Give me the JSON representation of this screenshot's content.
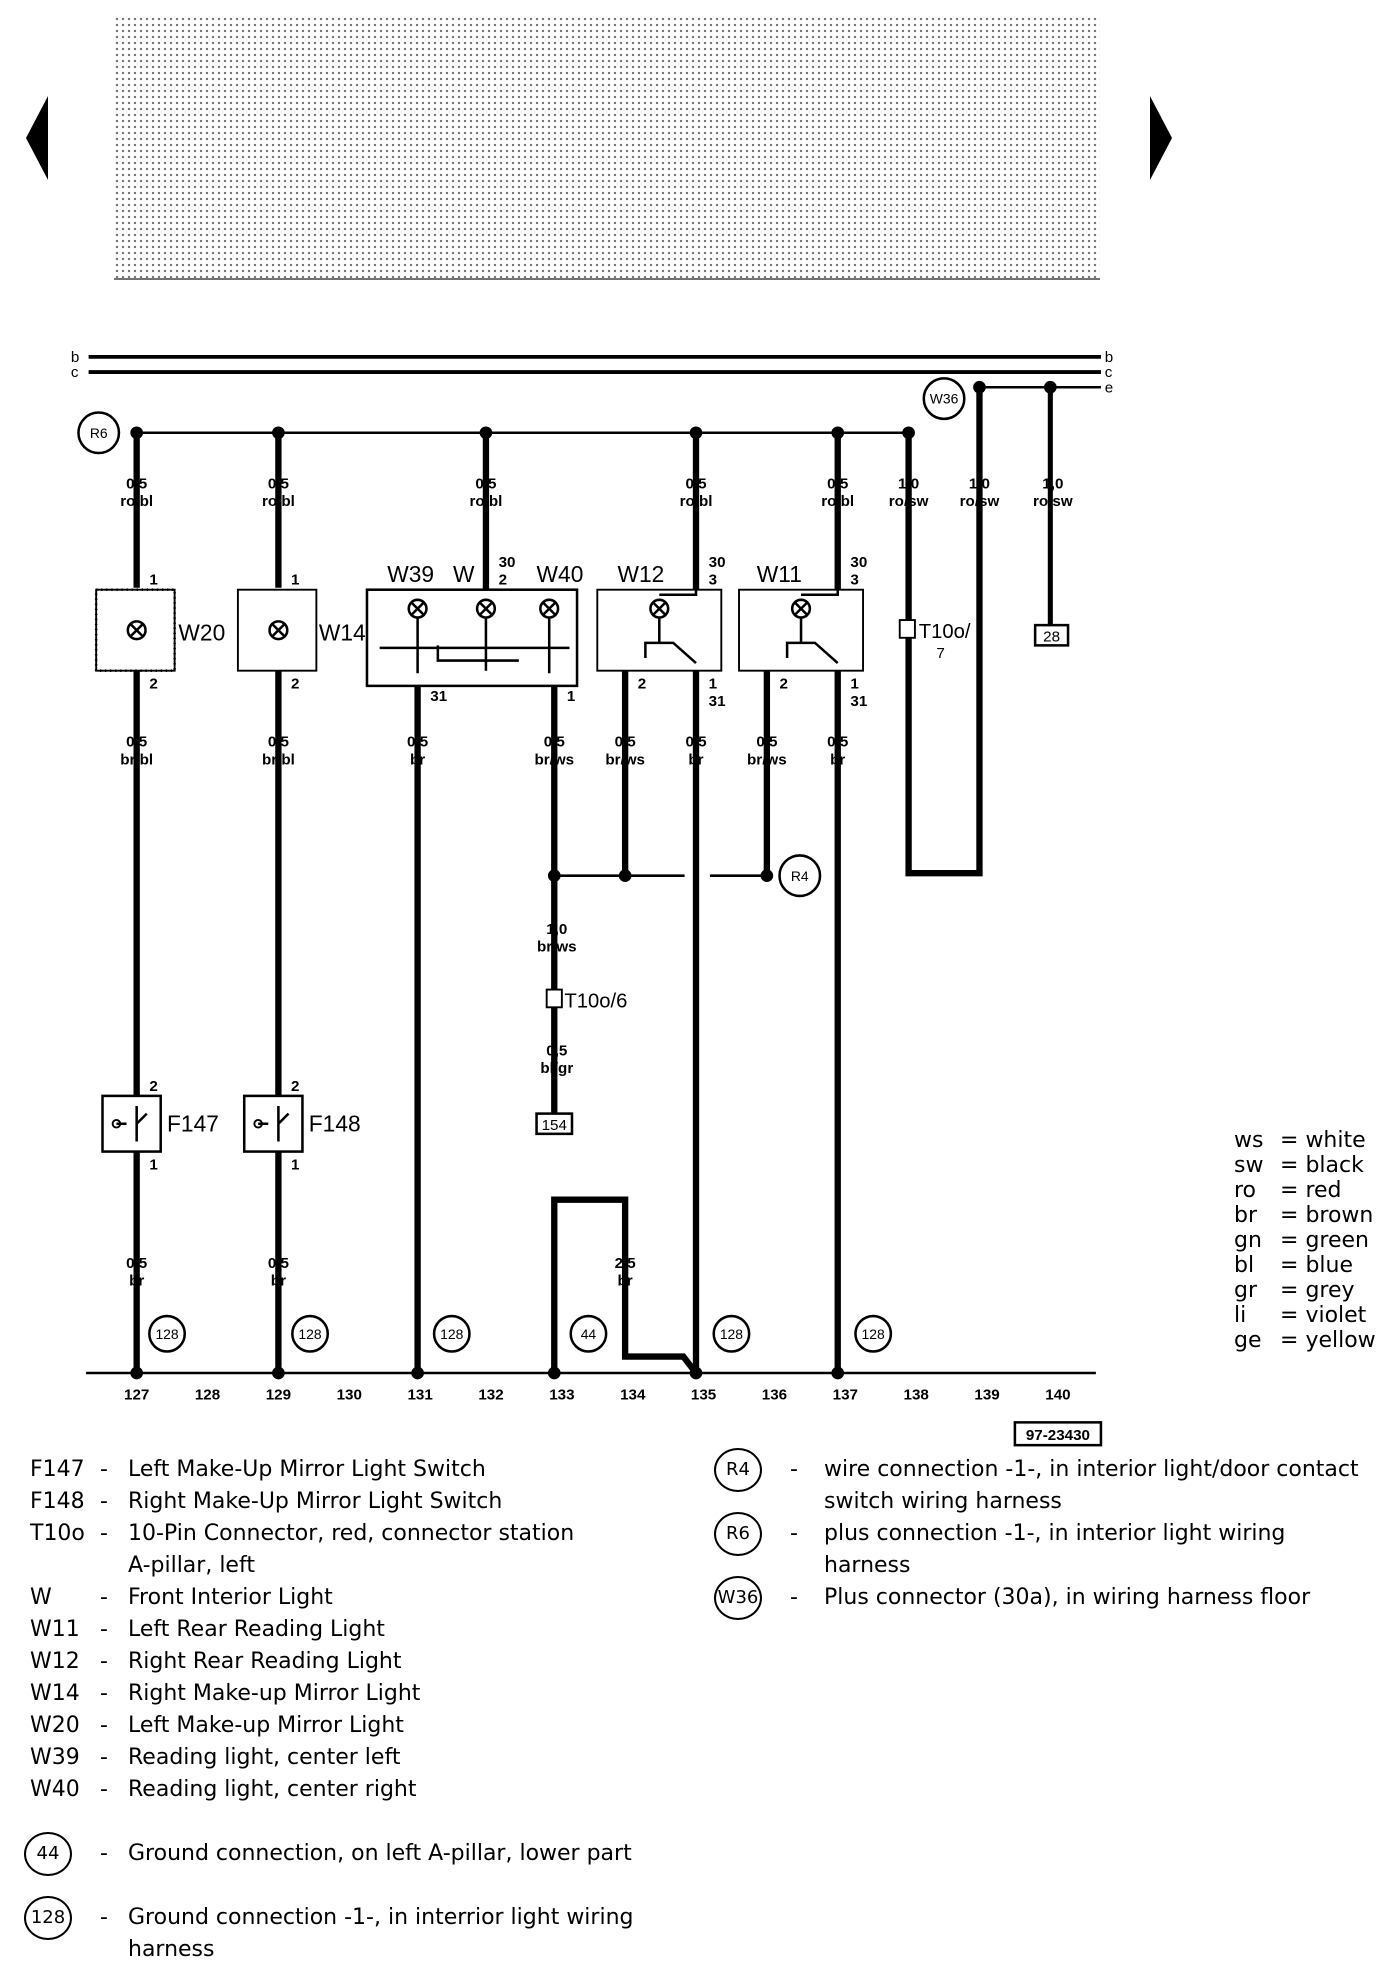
{
  "diagram_id": "97-23430",
  "rails": {
    "top_left": [
      "b",
      "c"
    ],
    "top_right": [
      "b",
      "c",
      "e"
    ]
  },
  "color_legend": [
    {
      "code": "ws",
      "sep": "=",
      "name": "white"
    },
    {
      "code": "sw",
      "sep": "=",
      "name": "black"
    },
    {
      "code": "ro",
      "sep": "=",
      "name": "red"
    },
    {
      "code": "br",
      "sep": "=",
      "name": "brown"
    },
    {
      "code": "gn",
      "sep": "=",
      "name": "green"
    },
    {
      "code": "bl",
      "sep": "=",
      "name": "blue"
    },
    {
      "code": "gr",
      "sep": "=",
      "name": "grey"
    },
    {
      "code": "li",
      "sep": "=",
      "name": "violet"
    },
    {
      "code": "ge",
      "sep": "=",
      "name": "yellow"
    }
  ],
  "bottom_numbers": [
    "127",
    "128",
    "129",
    "130",
    "131",
    "132",
    "133",
    "134",
    "135",
    "136",
    "137",
    "138",
    "139",
    "140"
  ],
  "components": {
    "W20": "W20",
    "W14": "W14",
    "W39": "W39",
    "W": "W",
    "W40": "W40",
    "W12": "W12",
    "W11": "W11",
    "F147": "F147",
    "F148": "F148",
    "T10o7": "T10o/",
    "T10o7_pin": "7",
    "T10o6": "T10o/6",
    "ref28": "28",
    "ref154": "154"
  },
  "circles": {
    "R6": "R6",
    "W36": "W36",
    "R4": "R4",
    "g44": "44",
    "g128": "128"
  },
  "pins": {
    "p1": "1",
    "p2": "2",
    "p3": "3",
    "p30": "30",
    "p31": "31"
  },
  "wires": {
    "r05": "0,5",
    "r10": "1,0",
    "r25": "2,5",
    "robl": "ro/bl",
    "rosw": "ro/sw",
    "brbl": "br/bl",
    "br": "br",
    "brws": "br/ws",
    "blgr": "bl/gr"
  },
  "legend_left": [
    {
      "code": "F147",
      "dash": "-",
      "text": "Left Make-Up Mirror Light Switch"
    },
    {
      "code": "F148",
      "dash": "-",
      "text": "Right Make-Up Mirror Light Switch"
    },
    {
      "code": "T10o",
      "dash": "-",
      "text": "10-Pin Connector, red, connector station",
      "text2": "A-pillar, left"
    },
    {
      "code": "W",
      "dash": "-",
      "text": "Front Interior Light"
    },
    {
      "code": "W11",
      "dash": "-",
      "text": "Left Rear Reading Light"
    },
    {
      "code": "W12",
      "dash": "-",
      "text": "Right Rear Reading Light"
    },
    {
      "code": "W14",
      "dash": "-",
      "text": "Right Make-up Mirror Light"
    },
    {
      "code": "W20",
      "dash": "-",
      "text": "Left Make-up Mirror Light"
    },
    {
      "code": "W39",
      "dash": "-",
      "text": "Reading light, center left"
    },
    {
      "code": "W40",
      "dash": "-",
      "text": "Reading light, center right"
    }
  ],
  "legend_ground": [
    {
      "code": "44",
      "dash": "-",
      "text": "Ground connection, on left A-pillar, lower part"
    },
    {
      "code": "128",
      "dash": "-",
      "text": "Ground connection -1-, in interrior light wiring",
      "text2": "harness"
    }
  ],
  "legend_right": [
    {
      "code": "R4",
      "dash": "-",
      "text": "wire connection -1-, in interior light/door contact",
      "text2": "switch wiring harness"
    },
    {
      "code": "R6",
      "dash": "-",
      "text": "plus connection -1-, in interior light wiring",
      "text2": "harness"
    },
    {
      "code": "W36",
      "dash": "-",
      "text": "Plus connector (30a), in wiring harness floor"
    }
  ]
}
